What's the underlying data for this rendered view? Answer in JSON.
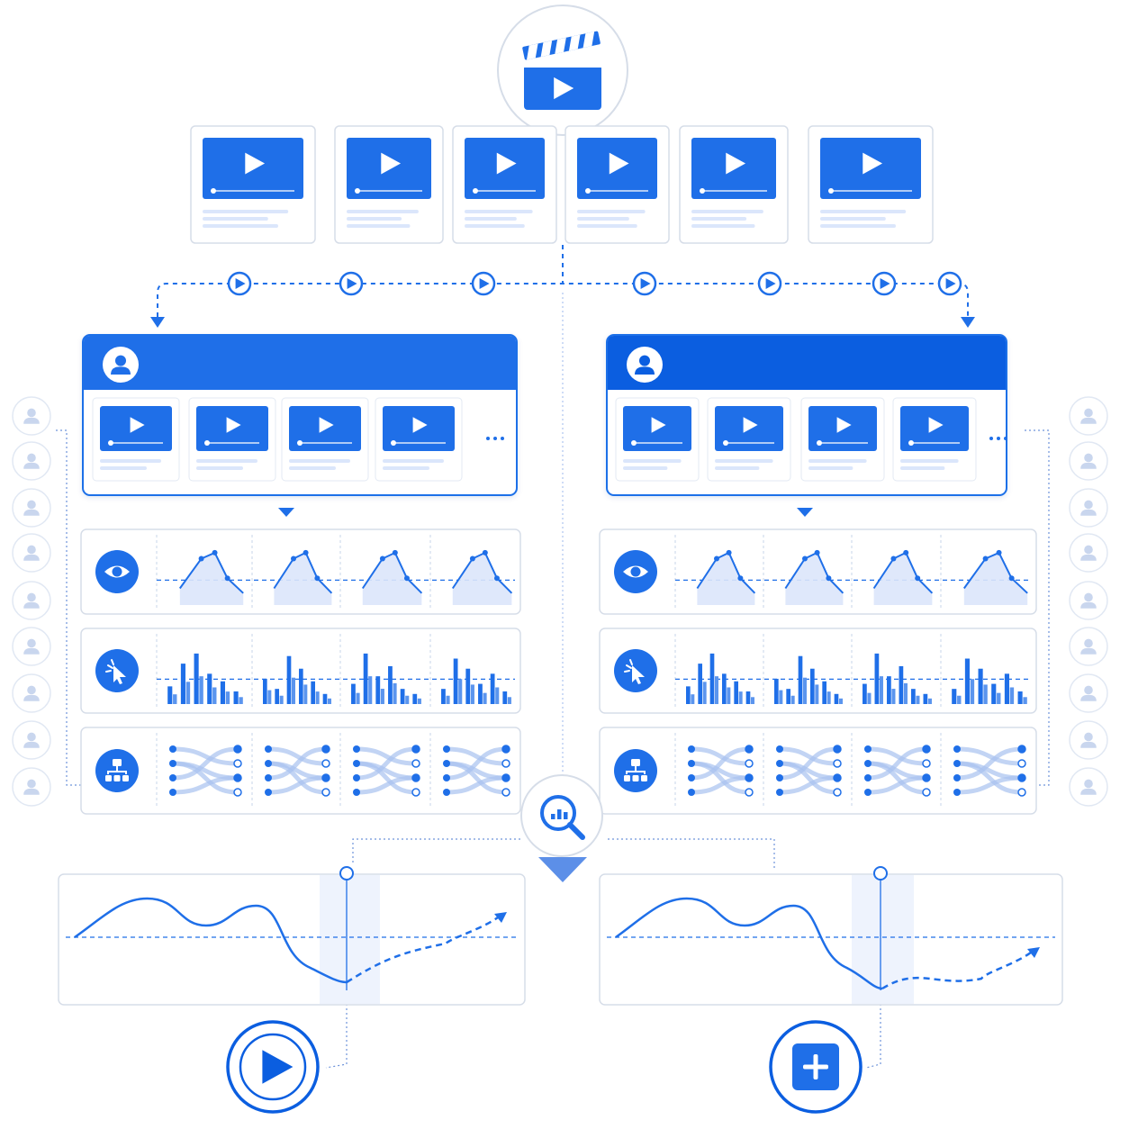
{
  "colors": {
    "primary": "#1f6fe8",
    "primary_dark": "#0b5ee0",
    "light": "#dbe6fb",
    "pale": "#eef3fd",
    "border": "#d6dde8",
    "avatar": "#c9d6ee"
  },
  "icons": {
    "top": "clapperboard-icon",
    "card": "play-icon",
    "connector_node": "play-icon",
    "user_header": "user-icon",
    "metric_rows": [
      "eye-icon",
      "cursor-click-icon",
      "hierarchy-icon"
    ],
    "search": "search-analytics-icon",
    "left_action": "play-icon",
    "right_action": "plus-icon",
    "audience": "person-icon"
  },
  "video_cards_count": 6,
  "connector_nodes_count": 7,
  "panels": [
    {
      "id": "left",
      "thumbnails": 4,
      "has_more": true
    },
    {
      "id": "right",
      "thumbnails": 4,
      "has_more": true
    }
  ],
  "metric_rows": [
    {
      "type": "area-line",
      "icon": "eye-icon"
    },
    {
      "type": "bars",
      "icon": "cursor-click-icon"
    },
    {
      "type": "flow",
      "icon": "hierarchy-icon"
    }
  ],
  "audience": {
    "left_count": 9,
    "right_count": 9
  },
  "trend_charts": [
    {
      "id": "left",
      "action": "play-icon"
    },
    {
      "id": "right",
      "action": "plus-icon"
    }
  ]
}
